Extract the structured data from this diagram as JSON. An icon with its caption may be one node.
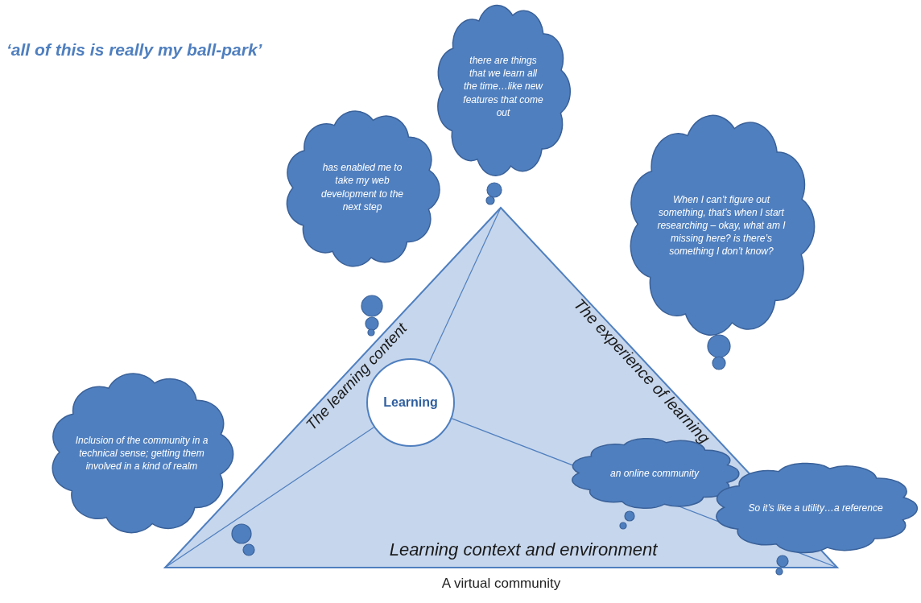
{
  "diagram": {
    "title": "‘all of this is really my ball-park’",
    "nodes": [
      {
        "text": [
          "The learning content",
          "The experience of learning",
          "Learning context and environment"
        ],
        "beside": [
          "A virtual community"
        ]
      },
      {
        "text": [
          "Learning"
        ],
        "in": 0
      },
      {
        "text": [
          "there  are things that we learn all the time…like new features that come out"
        ]
      },
      {
        "text": [
          "has enabled me to take my web development to the next step"
        ]
      },
      {
        "text": [
          "When I can’t figure out something, that’s when I start researching – okay, what am I missing here? is there’s something I don’t know?"
        ]
      },
      {
        "text": [
          "Inclusion of the community in a technical sense; getting them involved in a kind of realm"
        ]
      },
      {
        "text": [
          "an online community"
        ],
        "in": 0
      },
      {
        "text": [
          "So it’s like a utility…a reference"
        ]
      }
    ],
    "edges": []
  }
}
